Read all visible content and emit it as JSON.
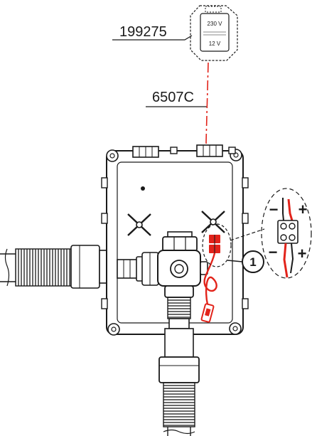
{
  "labels": {
    "transformer_part": "199275",
    "cable_part": "6507C",
    "callout": "1"
  },
  "transformer": {
    "input_voltage": "230 V",
    "output_voltage": "12 V"
  },
  "terminal": {
    "minus_top": "−",
    "plus_top": "+",
    "minus_bottom": "−",
    "plus_bottom": "+"
  },
  "colors": {
    "cable": "#e2231a",
    "line": "#1a1a1a"
  }
}
